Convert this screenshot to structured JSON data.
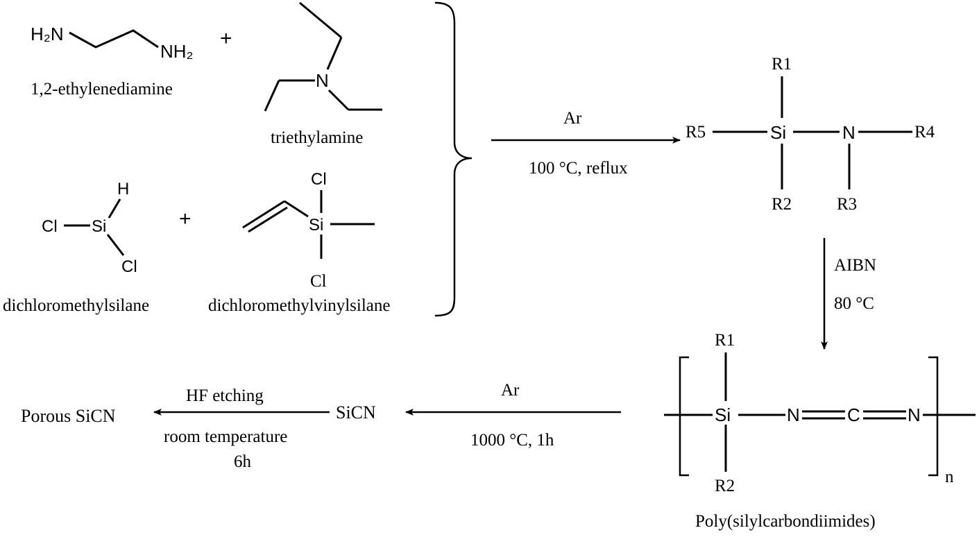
{
  "reactants": {
    "ethylenediamine": {
      "label": "1,2-ethylenediamine",
      "left_group": "H₂N",
      "right_group": "NH₂"
    },
    "triethylamine": {
      "label": "triethylamine",
      "center_atom": "N"
    },
    "dichloromethylsilane": {
      "label": "dichloromethylsilane",
      "atoms": {
        "h": "H",
        "si": "Si",
        "cl_left": "Cl",
        "cl_right": "Cl"
      }
    },
    "dichloromethylvinylsilane": {
      "label": "dichloromethylvinylsilane",
      "atoms": {
        "cl_top": "Cl",
        "si": "Si",
        "cl_bottom": "Cl"
      }
    },
    "plus_signs": [
      "+",
      "+"
    ]
  },
  "steps": {
    "step1": {
      "above": "Ar",
      "below": "100 °C, reflux"
    },
    "step2": {
      "line1": "AIBN",
      "line2": "80 °C"
    },
    "step3": {
      "above": "Ar",
      "below": "1000 °C, 1h"
    },
    "step4": {
      "above": "HF etching",
      "below1": "room temperature",
      "below2": "6h"
    }
  },
  "intermediate": {
    "r1": "R1",
    "r2": "R2",
    "r3": "R3",
    "r4": "R4",
    "r5": "R5",
    "si": "Si",
    "n": "N"
  },
  "polymer": {
    "r1": "R1",
    "r2": "R2",
    "si": "Si",
    "n1": "N",
    "c": "C",
    "n2": "N",
    "subscript": "n",
    "label": "Poly(silylcarbondiimides)"
  },
  "products": {
    "sicn": "SiCN",
    "porous": "Porous SiCN"
  }
}
